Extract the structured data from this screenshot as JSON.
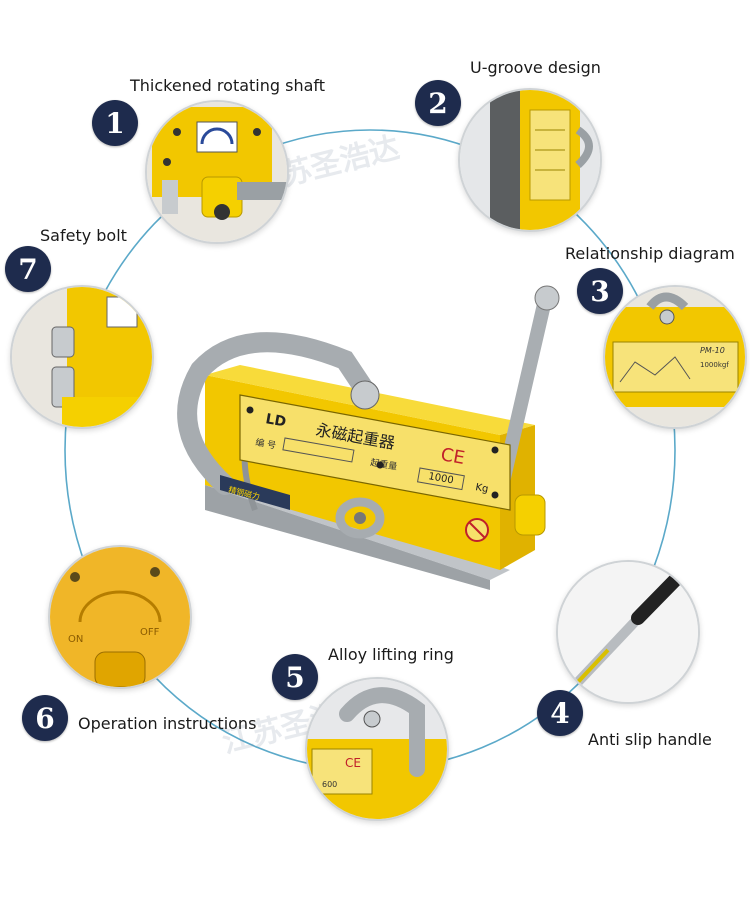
{
  "features": [
    {
      "number": "1",
      "label": "Thickened rotating shaft"
    },
    {
      "number": "2",
      "label": "U-groove design"
    },
    {
      "number": "3",
      "label": "Relationship diagram"
    },
    {
      "number": "4",
      "label": "Anti slip handle"
    },
    {
      "number": "5",
      "label": "Alloy lifting ring"
    },
    {
      "number": "6",
      "label": "Operation instructions"
    },
    {
      "number": "7",
      "label": "Safety bolt"
    }
  ],
  "product_plate": {
    "brand": "LD",
    "name": "永磁起重器",
    "serial_label": "编 号",
    "capacity_label": "起重量",
    "capacity_value": "1000",
    "capacity_unit": "Kg",
    "ce_mark": "CE",
    "side_label": "精钢磁力"
  },
  "detail_texts": {
    "diagram_model": "PM-10",
    "diagram_capacity": "1000kgf",
    "dial_on": "ON",
    "dial_off": "OFF",
    "ring_ce": "CE",
    "ring_value": "600"
  },
  "watermark_text": "江苏圣浩达",
  "colors": {
    "badge": "#1e2b4d",
    "ring_line": "#5ba9c9",
    "yellow": "#f2c700",
    "steel": "#b8bcc0"
  }
}
